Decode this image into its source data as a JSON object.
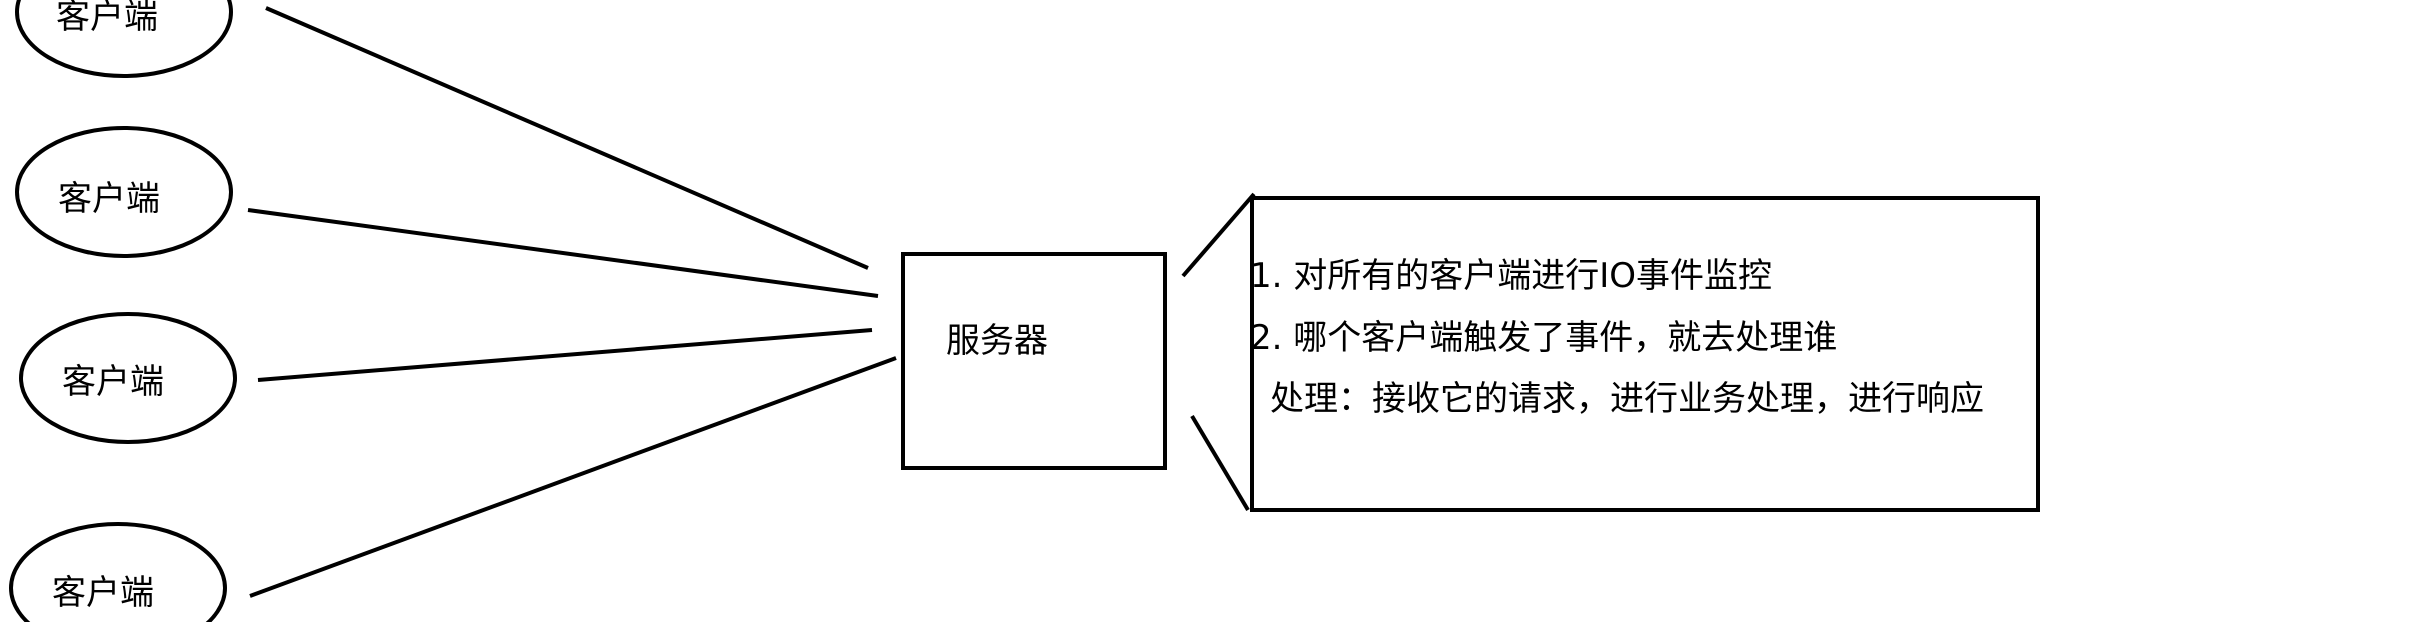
{
  "diagram": {
    "clients": [
      {
        "label": "客户端"
      },
      {
        "label": "客户端"
      },
      {
        "label": "客户端"
      },
      {
        "label": "客户端"
      }
    ],
    "server": {
      "label": "服务器"
    },
    "notes": [
      "1. 对所有的客户端进行IO事件监控",
      "2. 哪个客户端触发了事件，就去处理谁",
      "处理：接收它的请求，进行业务处理，进行响应"
    ],
    "colors": {
      "stroke": "#000000",
      "background": "#ffffff"
    }
  }
}
